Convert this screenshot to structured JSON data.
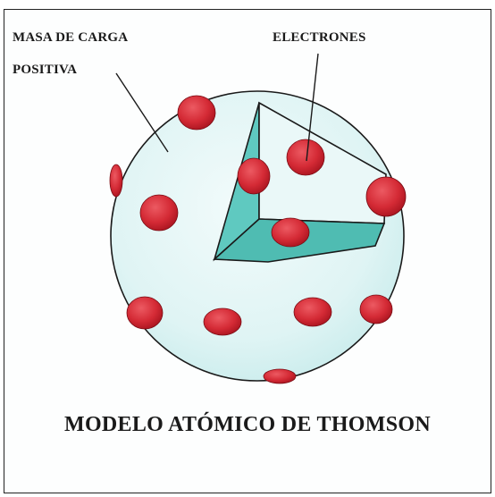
{
  "labels": {
    "mass_line1": "MASA DE CARGA",
    "mass_line2": "POSITIVA",
    "electrons": "ELECTRONES"
  },
  "title": "MODELO ATÓMICO DE THOMSON",
  "colors": {
    "sphere_fill": "#dff4f4",
    "cutaway_fill": "#5fc9c0",
    "electron": "#d42a35",
    "outline": "#1a1a1a"
  }
}
